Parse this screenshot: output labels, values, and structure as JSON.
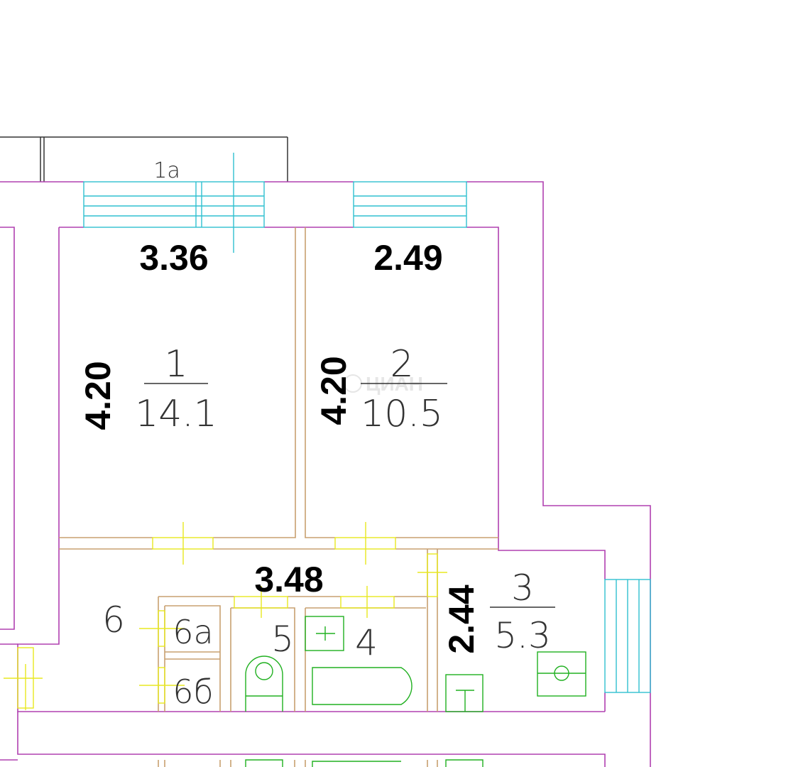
{
  "colors": {
    "outer_wall": "#b040b0",
    "inner_wall": "#c8a070",
    "window": "#30c0d0",
    "door": "#e8e820",
    "fixture": "#20b020"
  },
  "balcony": {
    "label": "1а"
  },
  "dimensions": {
    "room1_width": "3.36",
    "room1_length": "4.20",
    "room2_width": "2.49",
    "room2_length": "4.20",
    "corridor_width": "3.48",
    "kitchen_length": "2.44"
  },
  "rooms": {
    "r1": {
      "number": "1",
      "area": "14.1"
    },
    "r2": {
      "number": "2",
      "area": "10.5"
    },
    "r3": {
      "number": "3",
      "area": "5.3"
    },
    "r4": {
      "number": "4"
    },
    "r5": {
      "number": "5"
    },
    "r6": {
      "number": "6"
    },
    "r6a": {
      "number": "6а"
    },
    "r6b": {
      "number": "6б"
    }
  },
  "watermark": "ЦИАН"
}
